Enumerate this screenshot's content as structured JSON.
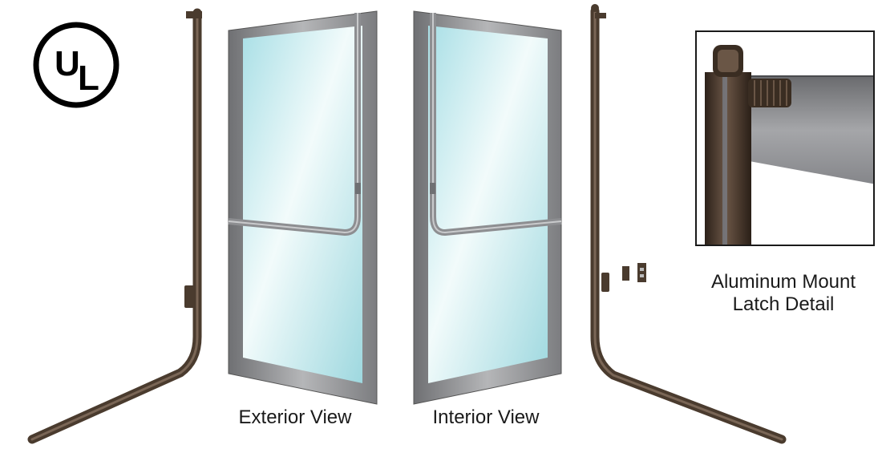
{
  "logo": {
    "letter_u": "U",
    "letter_l": "L"
  },
  "captions": {
    "exterior_view": "Exterior View",
    "interior_view": "Interior View",
    "detail_line1": "Aluminum Mount",
    "detail_line2": "Latch Detail"
  },
  "colors": {
    "bronze": "#4a3b2e",
    "frame_gray": "#8f9092",
    "glass_light": "#dff6f8",
    "glass_dark": "#a8e0e6"
  }
}
